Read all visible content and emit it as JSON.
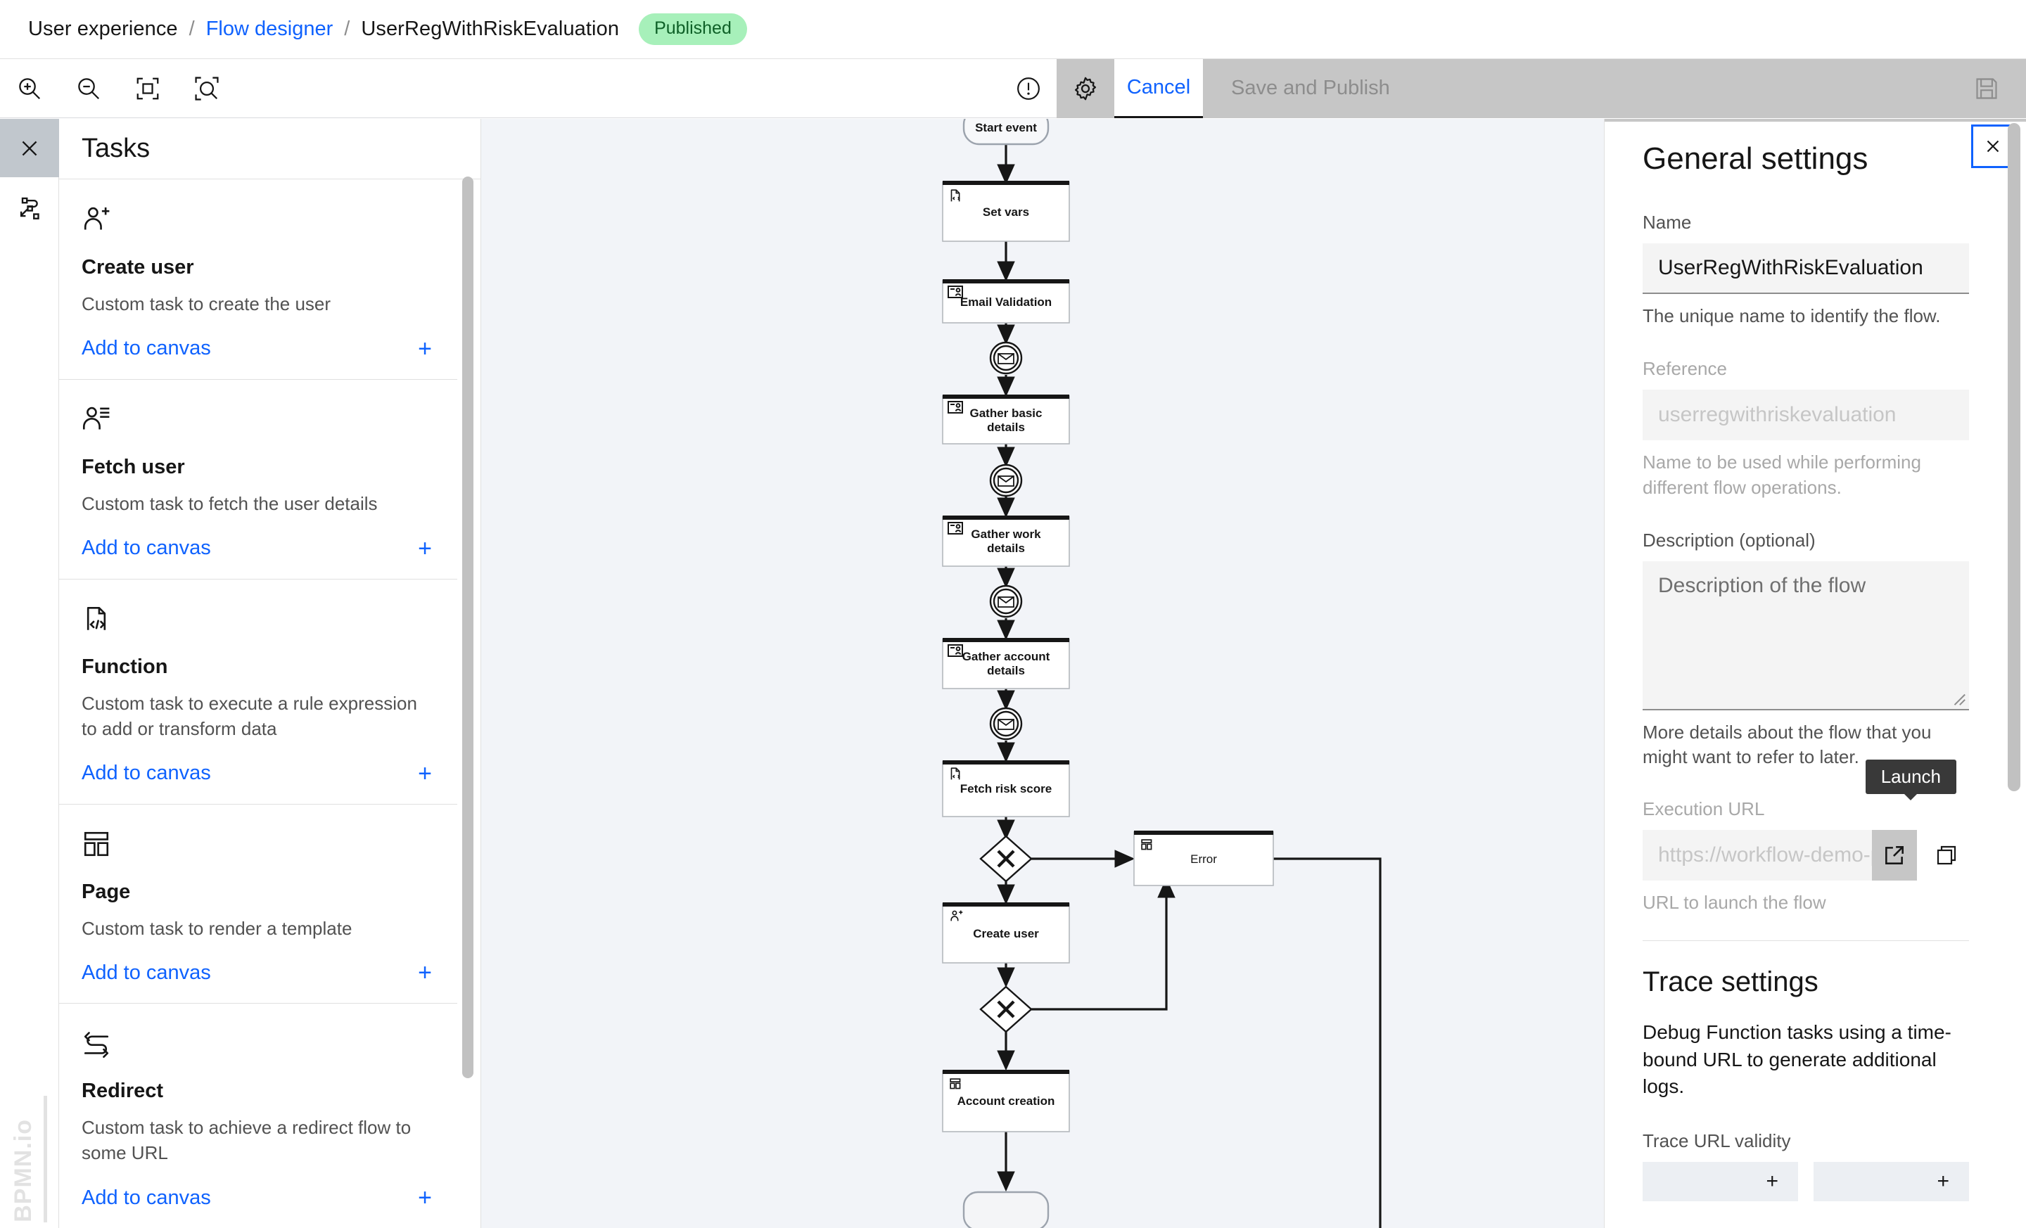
{
  "breadcrumb": {
    "root": "User experience",
    "sep": "/",
    "section": "Flow designer",
    "current": "UserRegWithRiskEvaluation",
    "status": "Published",
    "status_color": "#a7f0ba"
  },
  "toolbar": {
    "zoom_in": "zoom-in-icon",
    "zoom_out": "zoom-out-icon",
    "fit_viewport": "fit-viewport-icon",
    "reset_zoom": "reset-zoom-icon",
    "warning": "warning-icon",
    "settings": "gear-icon",
    "cancel_label": "Cancel",
    "save_label": "Save and Publish",
    "save_disk": "save-disk-icon"
  },
  "rail": {
    "close": "close-icon",
    "flow": "flow-diagram-icon",
    "watermark": "BPMN.io"
  },
  "tasks": {
    "header": "Tasks",
    "add_label": "Add to canvas",
    "add_plus": "+",
    "items": [
      {
        "icon": "user-add-icon",
        "title": "Create user",
        "desc": "Custom task to create the user"
      },
      {
        "icon": "user-list-icon",
        "title": "Fetch user",
        "desc": "Custom task to fetch the user details"
      },
      {
        "icon": "document-code-icon",
        "title": "Function",
        "desc": "Custom task to execute a rule expression to add or transform data"
      },
      {
        "icon": "template-icon",
        "title": "Page",
        "desc": "Custom task to render a template"
      },
      {
        "icon": "redirect-icon",
        "title": "Redirect",
        "desc": "Custom task to achieve a redirect flow to some URL"
      }
    ]
  },
  "settings": {
    "title": "General settings",
    "close": "close-icon",
    "name_label": "Name",
    "name_value": "UserRegWithRiskEvaluation",
    "name_help": "The unique name to identify the flow.",
    "reference_label": "Reference",
    "reference_value": "userregwithriskevaluation",
    "reference_help": "Name to be used while performing different flow operations.",
    "description_label": "Description (optional)",
    "description_placeholder": "Description of the flow",
    "description_help": "More details about the flow that you might want to refer to later.",
    "execution_url_label": "Execution URL",
    "execution_url_value": "https://workflow-demo-pr ...",
    "execution_url_help": "URL to launch the flow",
    "launch_tooltip": "Launch",
    "launch_icon": "launch-external-icon",
    "copy_icon": "copy-icon",
    "trace_title": "Trace settings",
    "trace_desc": "Debug Function tasks using a time-bound URL to generate additional logs.",
    "trace_validity_label": "Trace URL validity",
    "stepper_plus": "+"
  },
  "diagram": {
    "nodes": [
      {
        "id": "start",
        "label": "Start event",
        "type": "start-event"
      },
      {
        "id": "setvars",
        "label": "Set vars",
        "type": "function-task"
      },
      {
        "id": "email",
        "label": "Email Validation",
        "type": "page-task"
      },
      {
        "id": "msg1",
        "label": "",
        "type": "message-event"
      },
      {
        "id": "basic",
        "label": "Gather basic details",
        "type": "page-task"
      },
      {
        "id": "msg2",
        "label": "",
        "type": "message-event"
      },
      {
        "id": "work",
        "label": "Gather work details",
        "type": "page-task"
      },
      {
        "id": "msg3",
        "label": "",
        "type": "message-event"
      },
      {
        "id": "account",
        "label": "Gather account details",
        "type": "page-task"
      },
      {
        "id": "msg4",
        "label": "",
        "type": "message-event"
      },
      {
        "id": "risk",
        "label": "Fetch risk score",
        "type": "function-task"
      },
      {
        "id": "gw1",
        "label": "",
        "type": "exclusive-gateway"
      },
      {
        "id": "createuser",
        "label": "Create user",
        "type": "createuser-task"
      },
      {
        "id": "gw2",
        "label": "",
        "type": "exclusive-gateway"
      },
      {
        "id": "error",
        "label": "Error",
        "type": "template-task"
      },
      {
        "id": "acctcreate",
        "label": "Account creation",
        "type": "template-task"
      },
      {
        "id": "end",
        "label": "",
        "type": "end-event"
      }
    ]
  }
}
